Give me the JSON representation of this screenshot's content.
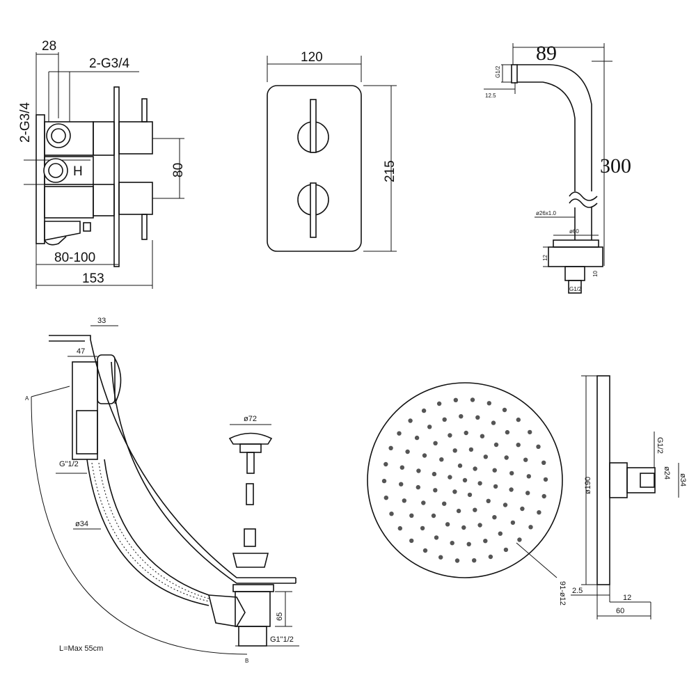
{
  "valve_side": {
    "dim_28": "28",
    "dim_inlet_top": "2-G3/4",
    "dim_inlet_side": "2-G3/4",
    "dim_80": "80",
    "dim_80_100": "80-100",
    "dim_153": "153",
    "label_h": "H"
  },
  "valve_front": {
    "dim_120": "120",
    "dim_215": "215"
  },
  "shower_arm": {
    "dim_89": "89",
    "dim_300": "300",
    "dim_g12": "G1/2",
    "dim_12_5": "12.5",
    "dim_tube": "ø26x1.0",
    "dim_60": "ø60",
    "dim_12": "12",
    "dim_10": "10",
    "dim_g12_bottom": "G1/2"
  },
  "bath_waste": {
    "dim_33": "33",
    "dim_47": "47",
    "dim_g12": "G\"1/2",
    "dim_34": "ø34",
    "dim_72": "ø72",
    "dim_65": "65",
    "dim_g1_12": "G1\"1/2",
    "length_note": "L=Max  55cm",
    "mark_a": "A",
    "mark_b": "B"
  },
  "shower_head": {
    "holes_label": "91-ø12",
    "dim_190": "ø190",
    "dim_g12": "G1/2",
    "dim_24": "ø24",
    "dim_34": "ø34",
    "dim_2_5": "2.5",
    "dim_12": "12",
    "dim_60": "60"
  }
}
